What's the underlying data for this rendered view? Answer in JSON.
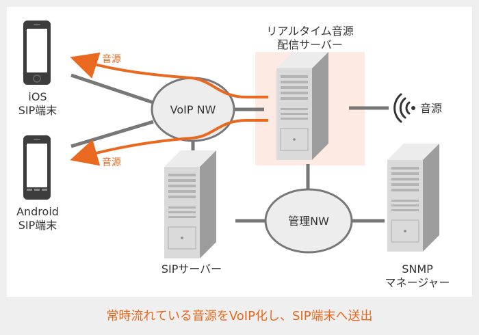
{
  "colors": {
    "accent": "#e8691f",
    "link": "#777777",
    "highlight": "#fdebe3",
    "cloud_fill": "#ededed",
    "server_light": "#dcdcdc",
    "server_dark": "#a9a9a9"
  },
  "labels": {
    "realtime_server_line1": "リアルタイム音源",
    "realtime_server_line2": "配信サーバー",
    "ios_line1": "iOS",
    "ios_line2": "SIP端末",
    "android_line1": "Android",
    "android_line2": "SIP端末",
    "sip_server": "SIPサーバー",
    "snmp_line1": "SNMP",
    "snmp_line2": "マネージャー",
    "sound_source_top": "音源",
    "sound_source_bottom": "音源",
    "sound_source_right": "音源"
  },
  "networks": {
    "voip": "VoIP NW",
    "mgmt": "管理NW"
  },
  "icons": {
    "sound": "sound-wave-icon",
    "phone": "smartphone-icon",
    "server": "server-tower-icon"
  },
  "caption": "常時流れている音源をVoIP化し、SIP端末へ送出"
}
